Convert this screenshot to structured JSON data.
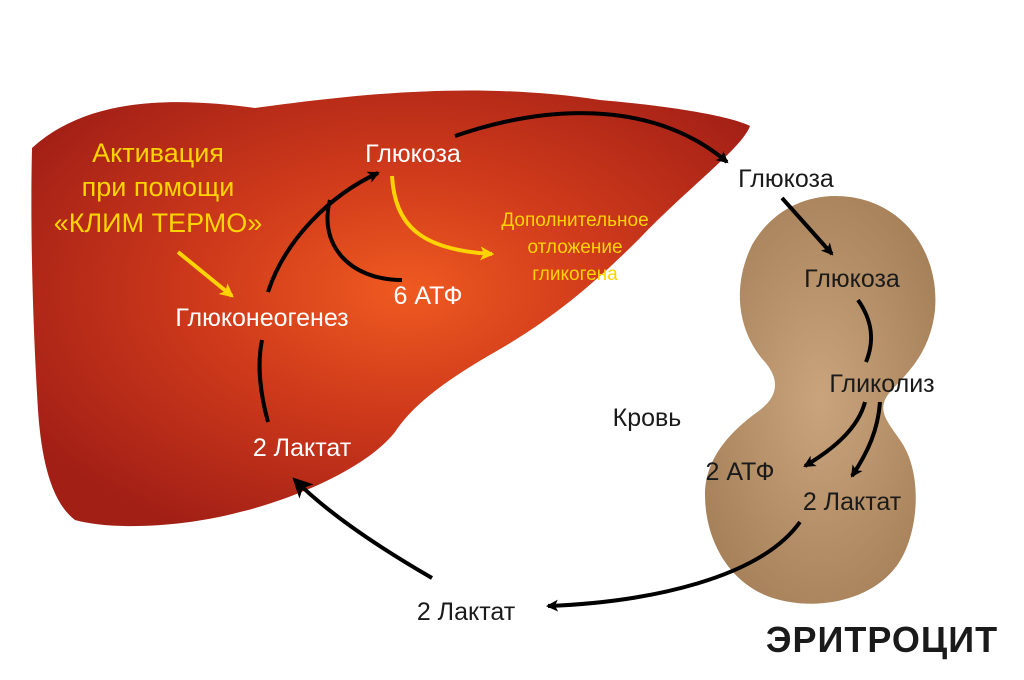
{
  "liver": {
    "activation_line1": "Активация",
    "activation_line2": "при помощи",
    "activation_line3": "«КЛИМ ТЕРМО»",
    "glucose": "Глюкоза",
    "gluconeogenesis": "Глюконеогенез",
    "atp_cost": "6 АТФ",
    "lactate": "2 Лактат",
    "extra_line1": "Дополнительное",
    "extra_line2": "отложение",
    "extra_line3": "гликогена"
  },
  "blood": {
    "label": "Кровь",
    "glucose": "Глюкоза",
    "lactate": "2 Лактат"
  },
  "erythrocyte": {
    "title": "ЭРИТРОЦИТ",
    "glucose": "Глюкоза",
    "glycolysis": "Гликолиз",
    "atp_gain": "2 АТФ",
    "lactate": "2 Лактат"
  },
  "colors": {
    "liver_dark": "#a82116",
    "liver_center": "#e8521f",
    "cell": "#b58f66",
    "highlight_text": "#ffd400",
    "arrow": "#000000"
  }
}
